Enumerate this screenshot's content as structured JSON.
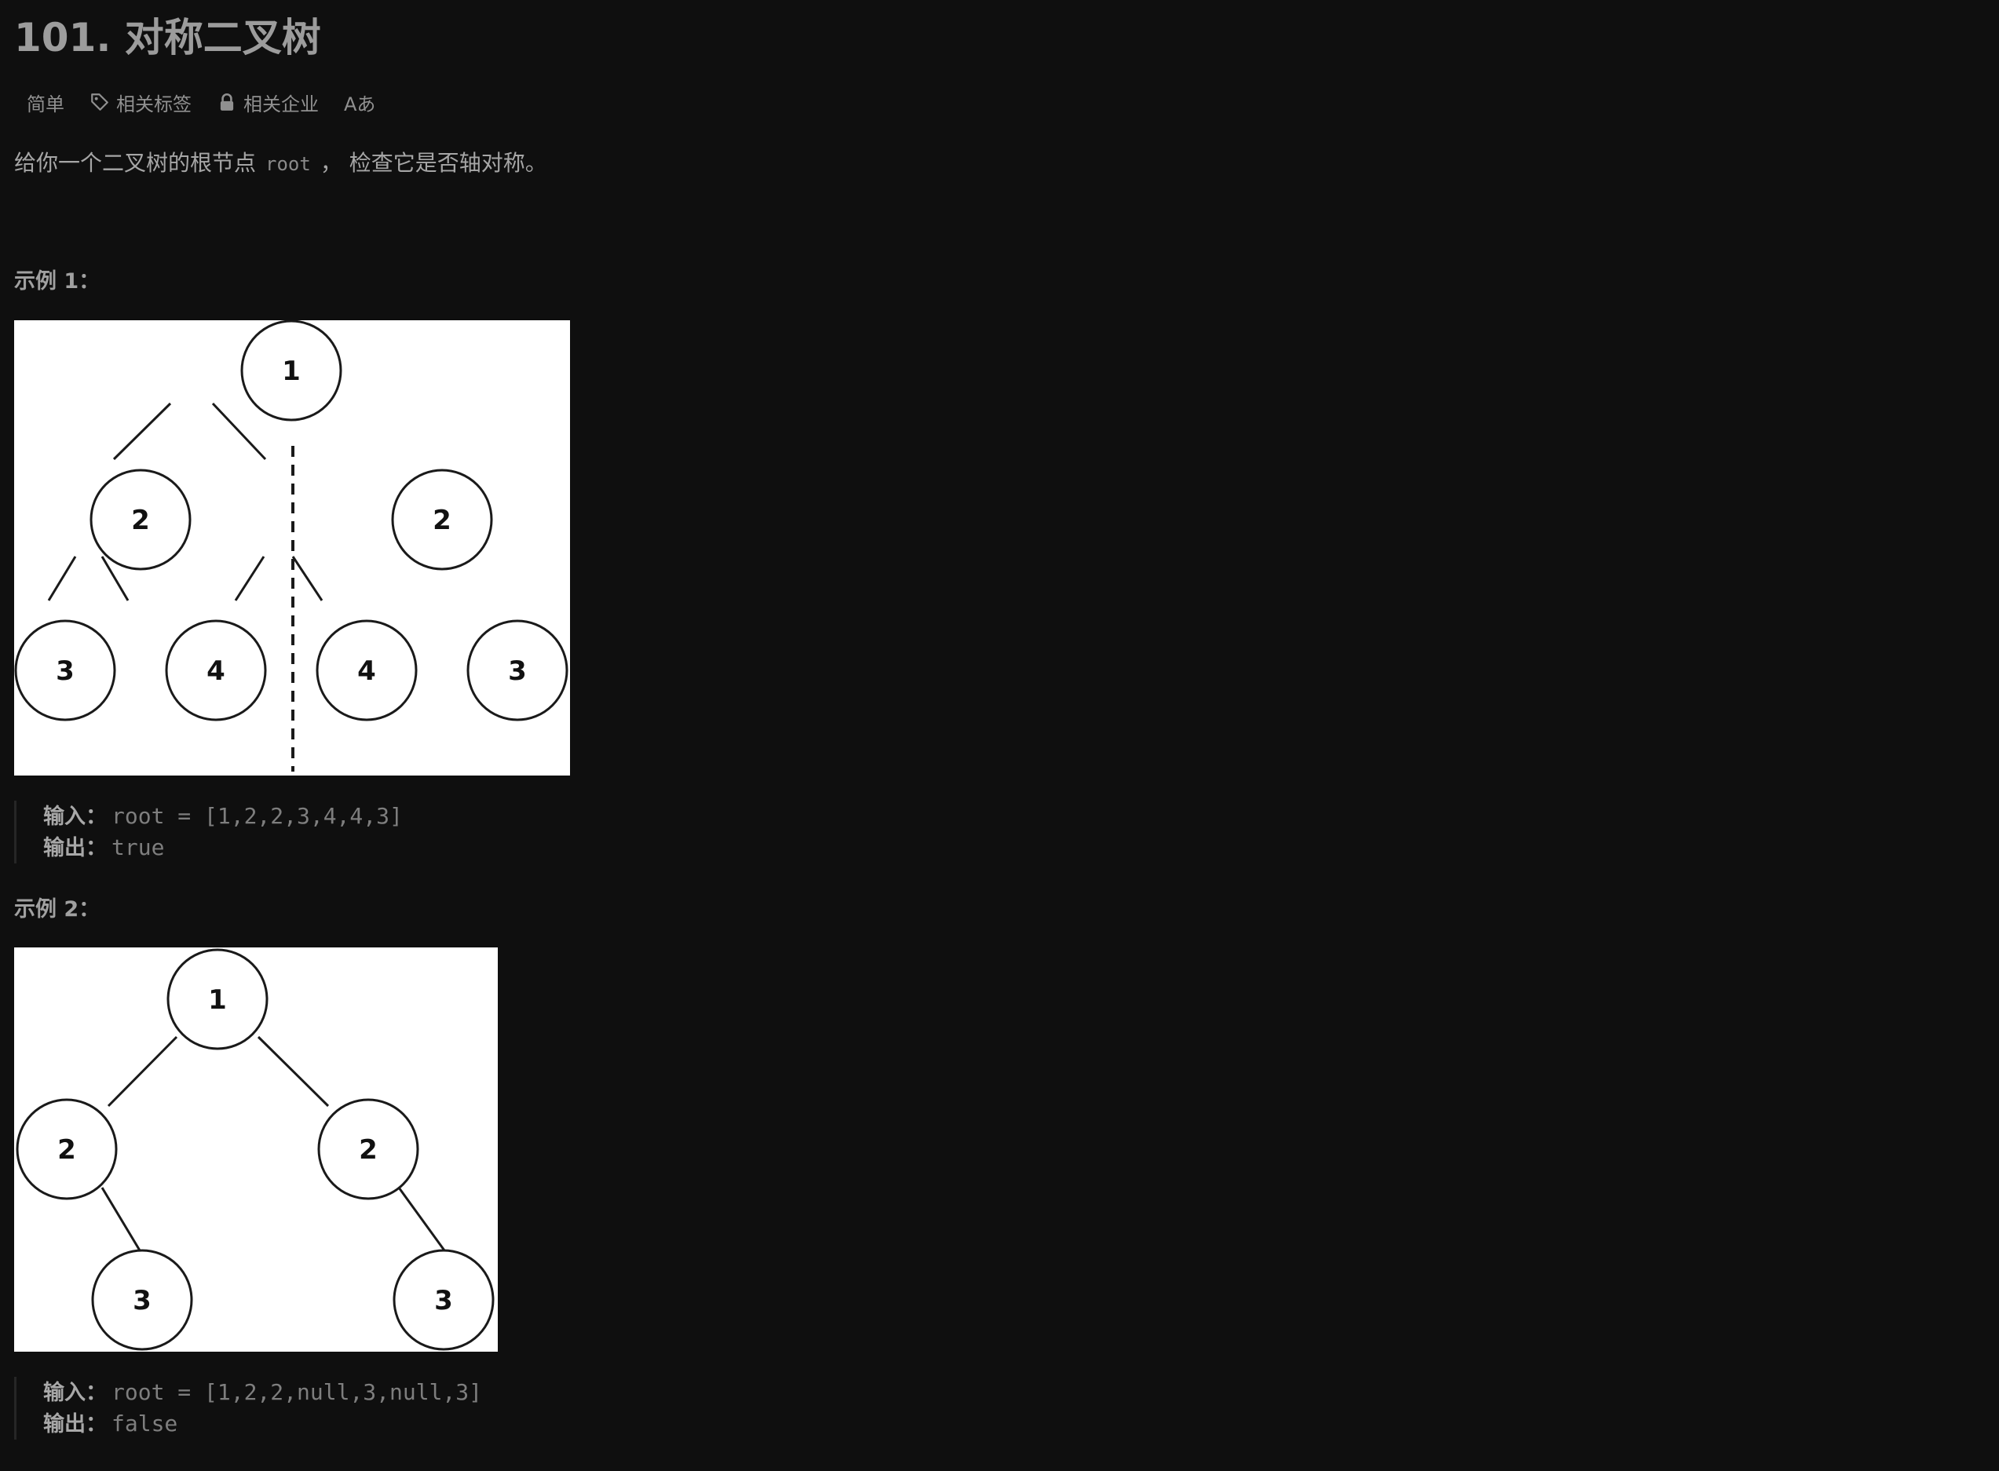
{
  "problem": {
    "title": "101. 对称二叉树",
    "tags": {
      "difficulty": "简单",
      "related_tags": "相关标签",
      "related_companies": "相关企业",
      "translate": "Aあ"
    },
    "description": {
      "before": "给你一个二叉树的根节点",
      "code": "root",
      "after": "， 检查它是否轴对称。"
    }
  },
  "examples": [
    {
      "title": "示例 1：",
      "tree_nodes": [
        "1",
        "2",
        "2",
        "3",
        "4",
        "4",
        "3"
      ],
      "input_label": "输入：",
      "input_value": "root = [1,2,2,3,4,4,3]",
      "output_label": "输出：",
      "output_value": "true"
    },
    {
      "title": "示例 2：",
      "tree_nodes": [
        "1",
        "2",
        "2",
        "3",
        "3"
      ],
      "input_label": "输入：",
      "input_value": "root = [1,2,2,null,3,null,3]",
      "output_label": "输出：",
      "output_value": "false"
    }
  ],
  "icons": {
    "tag": "tag-icon",
    "lock": "lock-icon",
    "translate": "translate-icon"
  },
  "colors": {
    "background": "#0f0f0f",
    "figure_background": "#ffffff",
    "text": "#a0a0a0"
  }
}
